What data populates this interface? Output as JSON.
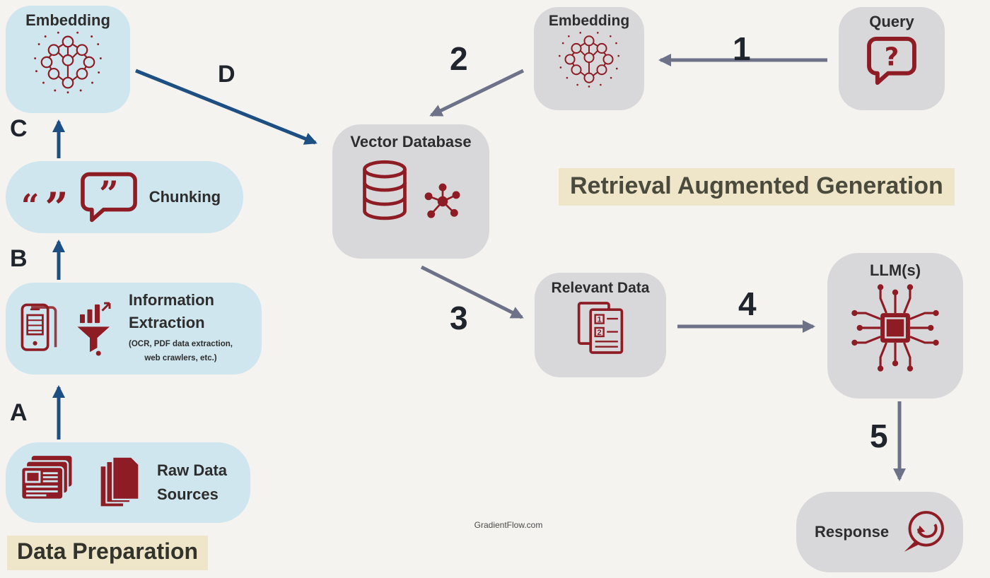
{
  "colors": {
    "bg": "#f4f3f0",
    "blue-box": "#cfe6ee",
    "gray-box": "#d8d7da",
    "accent": "#8e1c24",
    "navy": "#1d4f82",
    "slate": "#6e7288",
    "beige": "#efe5c8",
    "text": "#2d2d2d",
    "label-dark": "#20242c"
  },
  "titles": {
    "rag": "Retrieval Augmented Generation",
    "data_preparation": "Data Preparation",
    "watermark": "GradientFlow.com"
  },
  "nodes": {
    "embedding_left": {
      "label": "Embedding",
      "icon": "embedding-icon"
    },
    "embedding_top": {
      "label": "Embedding",
      "icon": "embedding-icon"
    },
    "query": {
      "label": "Query",
      "icon": "question-bubble-icon"
    },
    "vector_database": {
      "label": "Vector Database",
      "icon": "database-icon"
    },
    "chunking": {
      "label": "Chunking",
      "icon": "quotes-bubble-icon"
    },
    "information_extraction": {
      "label_lines": [
        "Information",
        "Extraction"
      ],
      "note_lines": [
        "(OCR, PDF data extraction,",
        "web crawlers, etc.)"
      ],
      "icon": "extraction-icon"
    },
    "raw_data_sources": {
      "label_lines": [
        "Raw Data",
        "Sources"
      ],
      "icon": "documents-stack-icon"
    },
    "relevant_data": {
      "label": "Relevant Data",
      "icon": "numbered-docs-icon"
    },
    "llm": {
      "label": "LLM(s)",
      "icon": "chip-icon"
    },
    "response": {
      "label": "Response",
      "icon": "reply-bubble-icon"
    }
  },
  "arrows": {
    "a": "A",
    "b": "B",
    "c": "C",
    "d": "D",
    "n1": "1",
    "n2": "2",
    "n3": "3",
    "n4": "4",
    "n5": "5"
  },
  "icon_glyphs": {
    "question_mark": "?",
    "quote_open": "“",
    "quote_close": "”",
    "bubble_quote": "”",
    "doc_numbers": [
      "1",
      "2"
    ]
  }
}
